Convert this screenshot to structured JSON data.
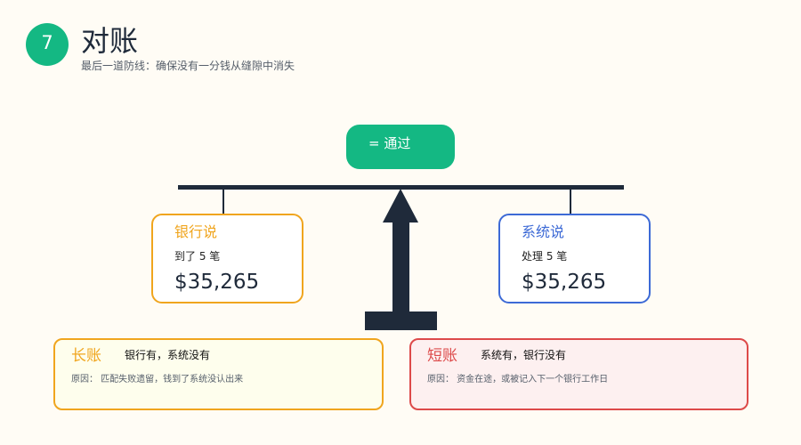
{
  "header": {
    "step": "7",
    "title": "对账",
    "subtitle": "最后一道防线：确保没有一分钱从缝隙中消失"
  },
  "result": {
    "label": "= 通过"
  },
  "bank": {
    "title": "银行说",
    "note": "到了 5 笔",
    "amount": "$35,265"
  },
  "system": {
    "title": "系统说",
    "note": "处理 5 笔",
    "amount": "$35,265"
  },
  "long_account": {
    "title": "长账",
    "desc": "银行有，系统没有",
    "reason": "原因： 匹配失败遗留，钱到了系统没认出来"
  },
  "short_account": {
    "title": "短账",
    "desc": "系统有，银行没有",
    "reason": "原因： 资金在途，或被记入下一个银行工作日"
  },
  "colors": {
    "green": "#14b883",
    "orange": "#f0a51e",
    "blue": "#3d6ad6",
    "red": "#dd4a4a",
    "navy": "#1f2a3a"
  }
}
